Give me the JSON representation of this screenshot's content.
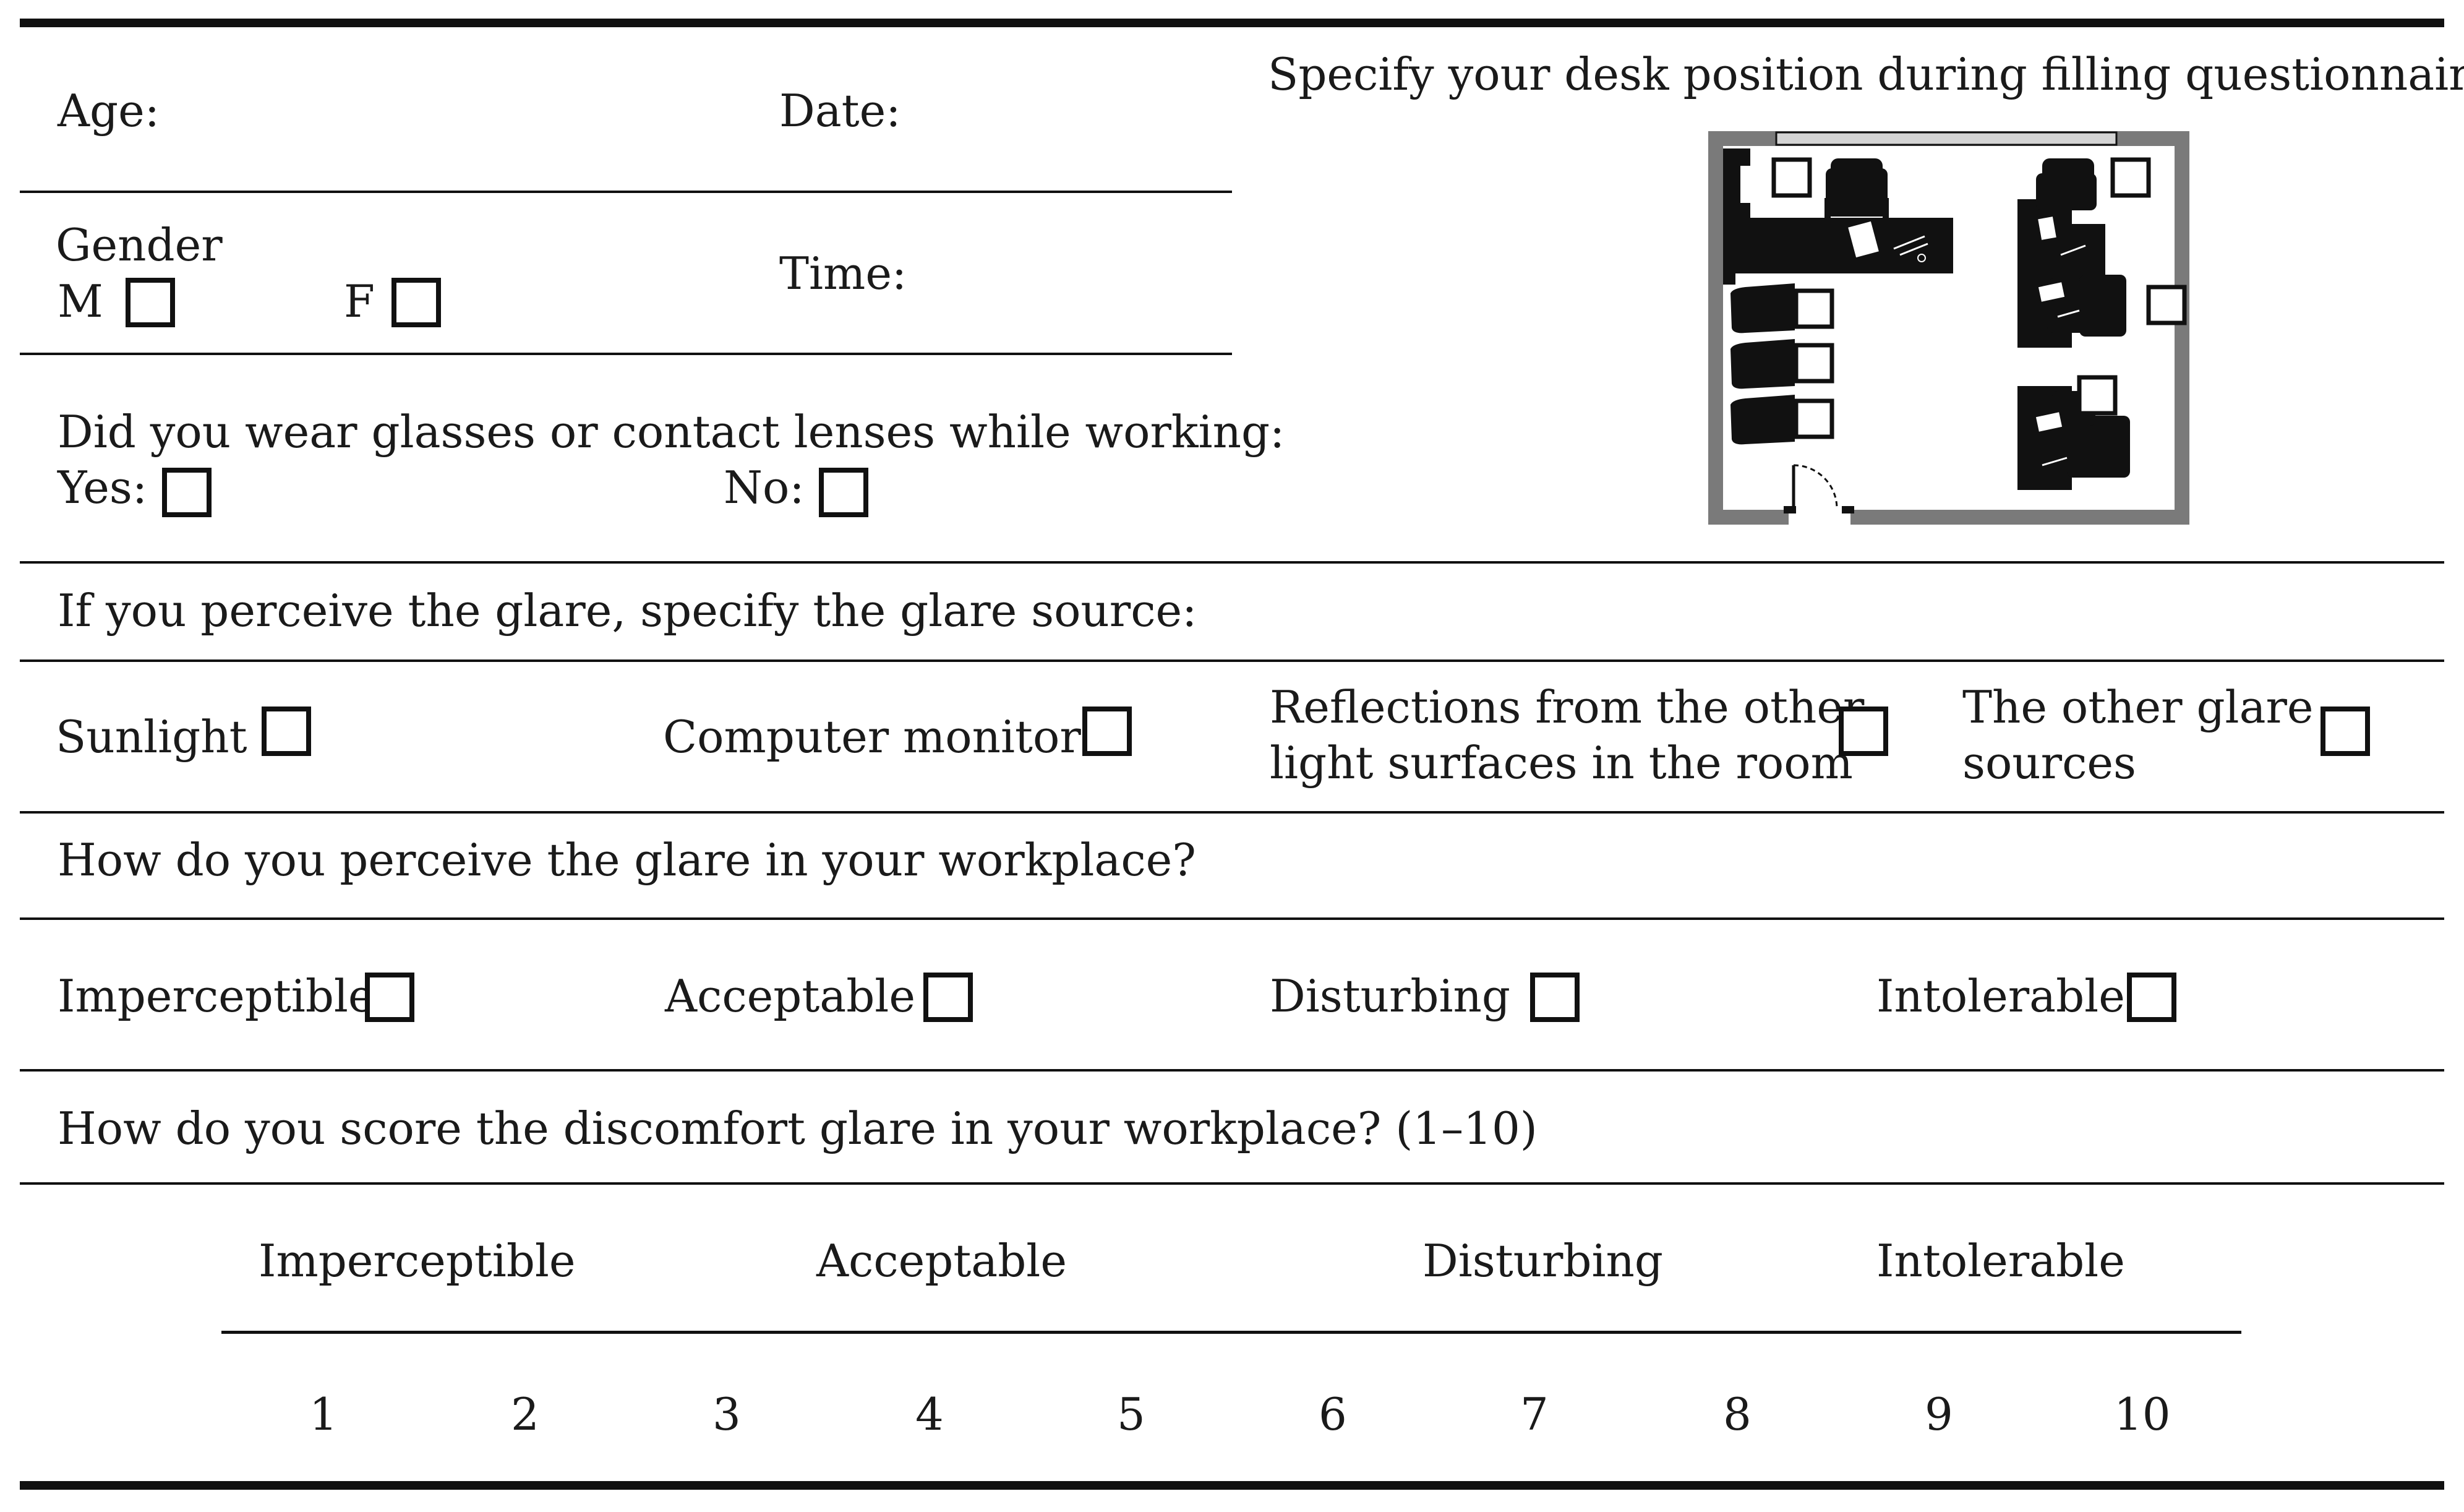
{
  "info": {
    "age_label": "Age:",
    "date_label": "Date:",
    "gender_label": "Gender",
    "male_label": "M",
    "female_label": "F",
    "time_label": "Time:",
    "glasses_question": "Did you wear glasses or contact lenses while working:",
    "yes_label": "Yes:",
    "no_label": "No:",
    "desk_position_label": "Specify your desk position during filling questionnaire:"
  },
  "glare_source": {
    "question": "If you perceive the glare, specify the glare source:",
    "options": [
      {
        "line1": "Sunlight",
        "line2": ""
      },
      {
        "line1": "Computer monitor",
        "line2": ""
      },
      {
        "line1": "Reflections from the other",
        "line2": "light surfaces in the room"
      },
      {
        "line1": "The other glare",
        "line2": "sources"
      }
    ]
  },
  "glare_perception": {
    "question": "How do you perceive the glare in your workplace?",
    "options": [
      "Imperceptible",
      "Acceptable",
      "Disturbing",
      "Intolerable"
    ]
  },
  "glare_score": {
    "question": "How do you score the discomfort glare in your workplace? (1–10)",
    "categories": [
      "Imperceptible",
      "Acceptable",
      "Disturbing",
      "Intolerable"
    ],
    "numbers": [
      "1",
      "2",
      "3",
      "4",
      "5",
      "6",
      "7",
      "8",
      "9",
      "10"
    ]
  },
  "colors": {
    "ink": "#111111",
    "text": "#1a1a1a",
    "room_wall": "#7a7a7a",
    "window": "#d4d4d4",
    "background": "#ffffff"
  }
}
